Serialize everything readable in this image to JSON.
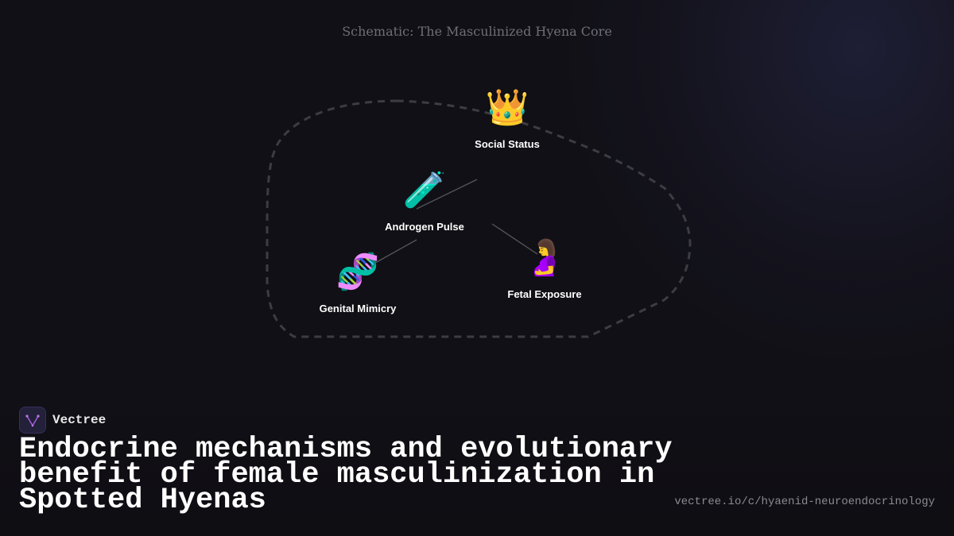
{
  "diagram": {
    "title": "Schematic: The Masculinized Hyena Core",
    "nodes": [
      {
        "id": "social-status",
        "label": "Social Status",
        "icon": "👑",
        "icon_name": "crown-icon"
      },
      {
        "id": "androgen-pulse",
        "label": "Androgen Pulse",
        "icon": "🧪",
        "icon_name": "test-tube-icon"
      },
      {
        "id": "fetal-exposure",
        "label": "Fetal Exposure",
        "icon": "🤰",
        "icon_name": "pregnant-woman-icon"
      },
      {
        "id": "genital-mimicry",
        "label": "Genital Mimicry",
        "icon": "🧬",
        "icon_name": "dna-icon"
      }
    ],
    "edges": [
      {
        "from": "social-status",
        "to": "androgen-pulse"
      },
      {
        "from": "androgen-pulse",
        "to": "fetal-exposure"
      },
      {
        "from": "androgen-pulse",
        "to": "genital-mimicry"
      }
    ],
    "colors": {
      "boundary": "#3c3c42",
      "edge": "#55555c",
      "label": "#ffffff",
      "title": "#6e6e74"
    }
  },
  "brand": {
    "name": "Vectree",
    "logo_icon": "vectree-logo-icon",
    "accent": "#9b59d0"
  },
  "headline": "Endocrine mechanisms and evolutionary benefit of female masculinization in Spotted Hyenas",
  "source_url": "vectree.io/c/hyaenid-neuroendocrinology"
}
